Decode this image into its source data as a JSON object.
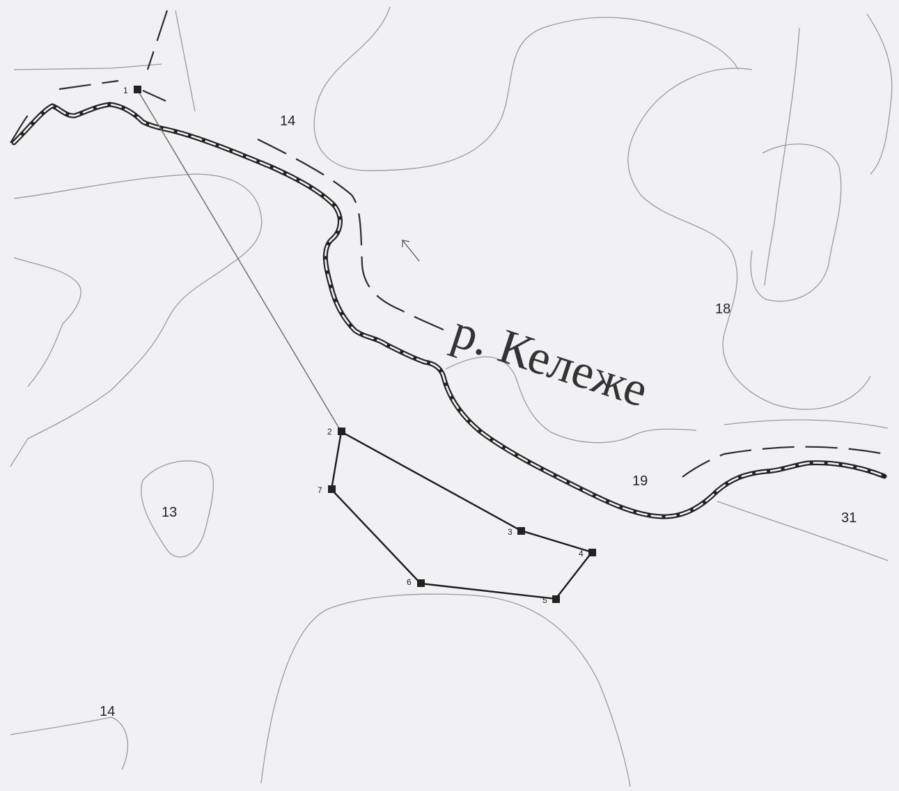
{
  "river": {
    "name": "р. Кележе"
  },
  "plot_numbers": {
    "p14_top": "14",
    "p18": "18",
    "p19": "19",
    "p31": "31",
    "p13": "13",
    "p14_bottom": "14"
  },
  "vertices": {
    "v1": "1",
    "v2": "2",
    "v3": "3",
    "v4": "4",
    "v5": "5",
    "v6": "6",
    "v7": "7"
  }
}
